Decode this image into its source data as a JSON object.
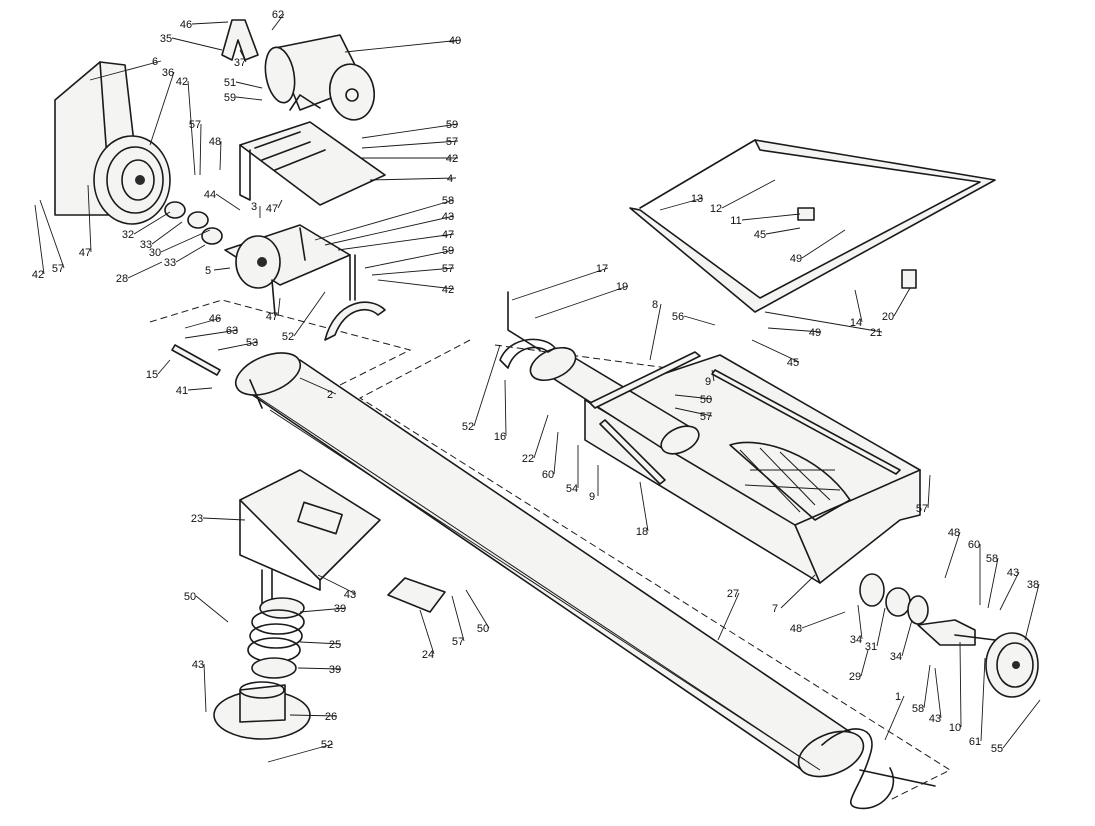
{
  "callouts": [
    {
      "label": "46"
    },
    {
      "label": "62"
    },
    {
      "label": "35"
    },
    {
      "label": "37"
    },
    {
      "label": "40"
    },
    {
      "label": "6"
    },
    {
      "label": "36"
    },
    {
      "label": "42"
    },
    {
      "label": "51"
    },
    {
      "label": "59"
    },
    {
      "label": "57"
    },
    {
      "label": "48"
    },
    {
      "label": "59"
    },
    {
      "label": "57"
    },
    {
      "label": "42"
    },
    {
      "label": "4"
    },
    {
      "label": "44"
    },
    {
      "label": "3"
    },
    {
      "label": "47"
    },
    {
      "label": "58"
    },
    {
      "label": "43"
    },
    {
      "label": "47"
    },
    {
      "label": "59"
    },
    {
      "label": "57"
    },
    {
      "label": "42"
    },
    {
      "label": "32"
    },
    {
      "label": "33"
    },
    {
      "label": "30"
    },
    {
      "label": "33"
    },
    {
      "label": "28"
    },
    {
      "label": "42"
    },
    {
      "label": "57"
    },
    {
      "label": "47"
    },
    {
      "label": "5"
    },
    {
      "label": "47"
    },
    {
      "label": "52"
    },
    {
      "label": "46"
    },
    {
      "label": "63"
    },
    {
      "label": "53"
    },
    {
      "label": "15"
    },
    {
      "label": "41"
    },
    {
      "label": "2"
    },
    {
      "label": "13"
    },
    {
      "label": "12"
    },
    {
      "label": "11"
    },
    {
      "label": "45"
    },
    {
      "label": "49"
    },
    {
      "label": "20"
    },
    {
      "label": "14"
    },
    {
      "label": "21"
    },
    {
      "label": "49"
    },
    {
      "label": "45"
    },
    {
      "label": "17"
    },
    {
      "label": "19"
    },
    {
      "label": "8"
    },
    {
      "label": "56"
    },
    {
      "label": "9"
    },
    {
      "label": "50"
    },
    {
      "label": "57"
    },
    {
      "label": "52"
    },
    {
      "label": "16"
    },
    {
      "label": "22"
    },
    {
      "label": "60"
    },
    {
      "label": "54"
    },
    {
      "label": "9"
    },
    {
      "label": "18"
    },
    {
      "label": "57"
    },
    {
      "label": "23"
    },
    {
      "label": "43"
    },
    {
      "label": "50"
    },
    {
      "label": "39"
    },
    {
      "label": "25"
    },
    {
      "label": "39"
    },
    {
      "label": "24"
    },
    {
      "label": "57"
    },
    {
      "label": "50"
    },
    {
      "label": "27"
    },
    {
      "label": "7"
    },
    {
      "label": "48"
    },
    {
      "label": "34"
    },
    {
      "label": "31"
    },
    {
      "label": "34"
    },
    {
      "label": "29"
    },
    {
      "label": "48"
    },
    {
      "label": "60"
    },
    {
      "label": "58"
    },
    {
      "label": "43"
    },
    {
      "label": "38"
    },
    {
      "label": "58"
    },
    {
      "label": "43"
    },
    {
      "label": "10"
    },
    {
      "label": "61"
    },
    {
      "label": "55"
    },
    {
      "label": "43"
    },
    {
      "label": "26"
    },
    {
      "label": "52"
    },
    {
      "label": "1"
    }
  ]
}
